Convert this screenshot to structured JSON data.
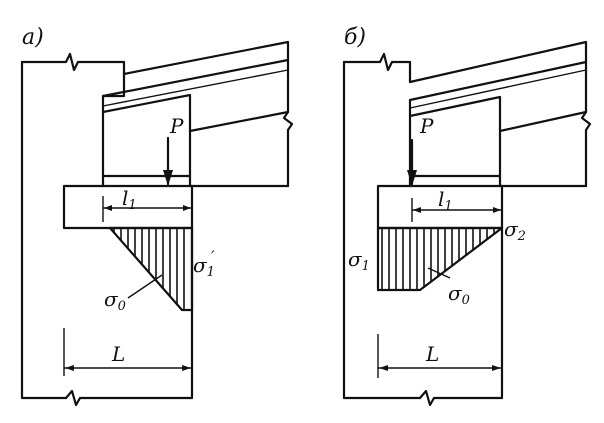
{
  "panels": [
    {
      "id": "a",
      "caption": "a)",
      "load": "P",
      "span": "l",
      "span_sub": "1",
      "stress_max": "σ",
      "stress_max_sub": "1",
      "stress_max_prime": "′",
      "stress_0": "σ",
      "stress_0_sub": "0",
      "length": "L"
    },
    {
      "id": "b",
      "caption": "б)",
      "load": "P",
      "span": "l",
      "span_sub": "1",
      "stress_left": "σ",
      "stress_left_sub": "1",
      "stress_right": "σ",
      "stress_right_sub": "2",
      "stress_0": "σ",
      "stress_0_sub": "0",
      "length": "L"
    }
  ]
}
